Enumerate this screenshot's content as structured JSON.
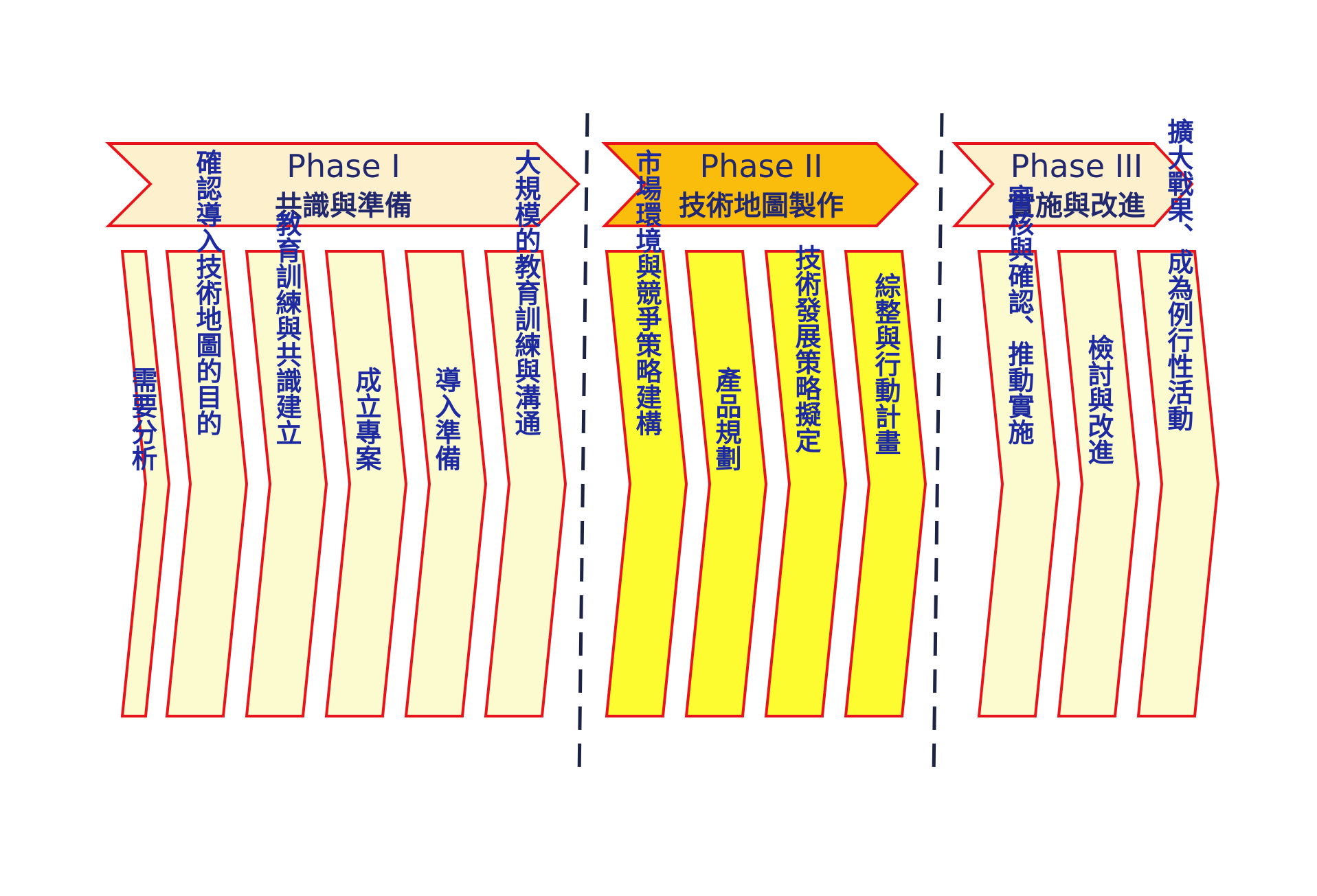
{
  "colors": {
    "border": "#e8141c",
    "phase_light_fill": "#fcf1cc",
    "phase_highlight_fill": "#fbbd0c",
    "step_light_fill": "#fcfbcf",
    "step_highlight_fill": "#fdfc30",
    "text": "#22286e",
    "divider": "#1c2344"
  },
  "phases": [
    {
      "title": "Phase I",
      "subtitle": "共識與準備",
      "highlight": false,
      "steps": [
        "需要分析",
        "確認導入技術地圖的目的",
        "教育訓練與共識建立",
        "成立專案",
        "導入準備",
        "大規模的教育訓練與溝通"
      ]
    },
    {
      "title": "Phase II",
      "subtitle": "技術地圖製作",
      "highlight": true,
      "steps": [
        "市場環境與競爭策略建構",
        "產品規劃",
        "技術發展策略擬定",
        "綜整與行動計畫"
      ]
    },
    {
      "title": "Phase III",
      "subtitle": "實施與改進",
      "highlight": false,
      "steps": [
        "審核與確認、推動實施",
        "檢討與改進",
        "擴大戰果、成為例行性活動"
      ]
    }
  ]
}
